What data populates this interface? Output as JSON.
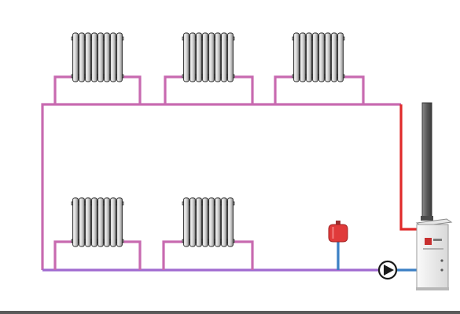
{
  "diagram": {
    "kind": "two-pipe heating system schematic",
    "colors": {
      "pipe_mixed": "#c86ab0",
      "pipe_return": "#a06ad0",
      "pipe_supply_hot": "#e02a2a",
      "pipe_cold": "#3a7fc4",
      "radiator_fin": "#d8d8d8",
      "radiator_outline": "#2a2a2a",
      "boiler_body": "#f2f2f2",
      "chimney": "#6a6a6a",
      "expansion_tank": "#e03a3a",
      "pump": "#ffffff"
    },
    "icons": [
      "radiator-icon",
      "boiler-icon",
      "chimney-icon",
      "expansion-tank-icon",
      "circulation-pump-icon"
    ],
    "radiators": [
      {
        "row": "upper",
        "sections": 8
      },
      {
        "row": "upper",
        "sections": 8
      },
      {
        "row": "upper",
        "sections": 8
      },
      {
        "row": "lower",
        "sections": 8
      },
      {
        "row": "lower",
        "sections": 8
      }
    ]
  }
}
